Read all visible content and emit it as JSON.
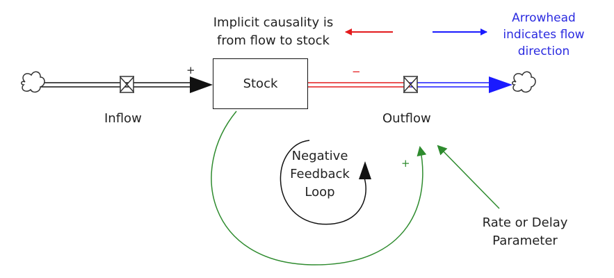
{
  "diagram": {
    "stock_label": "Stock",
    "inflow_label": "Inflow",
    "outflow_label": "Outflow",
    "loop_label": [
      "Negative",
      "Feedback",
      "Loop"
    ],
    "parameter_label": [
      "Rate or Delay",
      "Parameter"
    ],
    "inflow_polarity": "+",
    "outflow_polarity": "−",
    "link_polarity": "+",
    "causality_note": [
      "Implicit causality is",
      "from flow to stock"
    ],
    "direction_note": [
      "Arrowhead",
      "indicates flow",
      "direction"
    ]
  },
  "colors": {
    "stock_outflow": "#e31a1c",
    "flow_direction": "#1a1aff",
    "causal_link": "#2e8b2e",
    "text": "#222222",
    "direction_note_text": "#2b2be0",
    "loop_arrow": "#111111"
  },
  "icons": [
    "cloud-source-icon",
    "cloud-sink-icon",
    "valve-icon",
    "arrowhead-icon"
  ]
}
